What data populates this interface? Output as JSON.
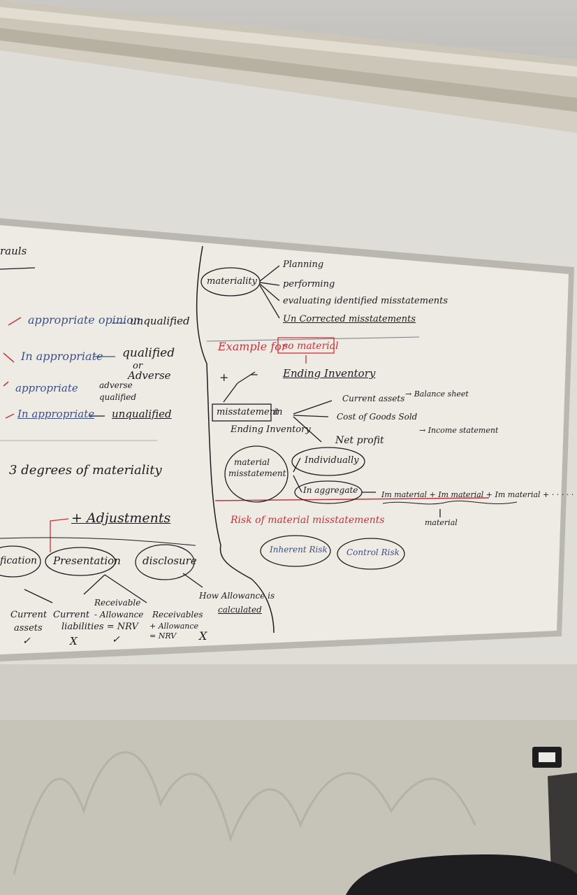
{
  "board": {
    "left_text": {
      "top_fragment": "rauls",
      "approp_opinion": "appropriate opinion",
      "unqualified_1": "unqualified",
      "inapprop_1": "In appropriate",
      "qualified": "qualified",
      "or_word": "or",
      "adverse": "Adverse",
      "approp_2": "appropriate",
      "adverse_small": "adverse",
      "qualified_small": "qualified",
      "inapprop_2": "In appropriate",
      "unqualified_2": "unqualified",
      "degrees": "3 degrees of materiality",
      "adjustments": "+ Adjustments",
      "fication": "fication",
      "presentation": "Presentation",
      "disclosure": "disclosure",
      "how_allowance": "How Allowance is",
      "calculated": "calculated",
      "receivable": "Receivable",
      "minus_allowance": "- Allowance",
      "receivables": "Receivables",
      "plus_allowance": "+ Allowance",
      "eq_nrv": "= NRV",
      "current_1": "Current",
      "assets": "assets",
      "current_2": "Current",
      "liabilities": "liabilities = NRV",
      "check_1": "✓",
      "x_1": "X",
      "check_2": "✓",
      "x_2": "X"
    },
    "right_text": {
      "materiality": "materiality",
      "planning": "Planning",
      "performing": "performing",
      "evaluating": "evaluating identified misstatements",
      "uncorrected": "Un Corrected misstatements",
      "example_for": "Example for",
      "so_material": "so material",
      "ending_inventory": "Ending Inventory",
      "plus": "+",
      "minus": "−",
      "misstatement_in": "misstatement",
      "in_word": "in",
      "ending_inventory_2": "Ending Inventory",
      "current_assets": "Current assets",
      "balance_sheet": "→ Balance sheet",
      "cogs": "Cost of Goods Sold",
      "income_statement": "→ Income statement",
      "net_profit": "Net profit",
      "material": "material",
      "misstatement_2": "misstatement",
      "individually": "Individually",
      "in_aggregate": "In aggregate",
      "immaterial_chain": "Im material + Im material + Im material + · · · · ·",
      "material_result": "material",
      "risk_title": "Risk of material misstatements",
      "inherent_risk": "Inherent Risk",
      "control_risk": "Control Risk"
    }
  },
  "colors": {
    "blue_ink": "#3d4f86",
    "red_ink": "#c8323a",
    "black_ink": "#1b1b1f",
    "board": "#eceae3",
    "wall": "#d9d8d3"
  },
  "objects": {
    "light_switch": "light-switch",
    "chair": "chair-back"
  }
}
